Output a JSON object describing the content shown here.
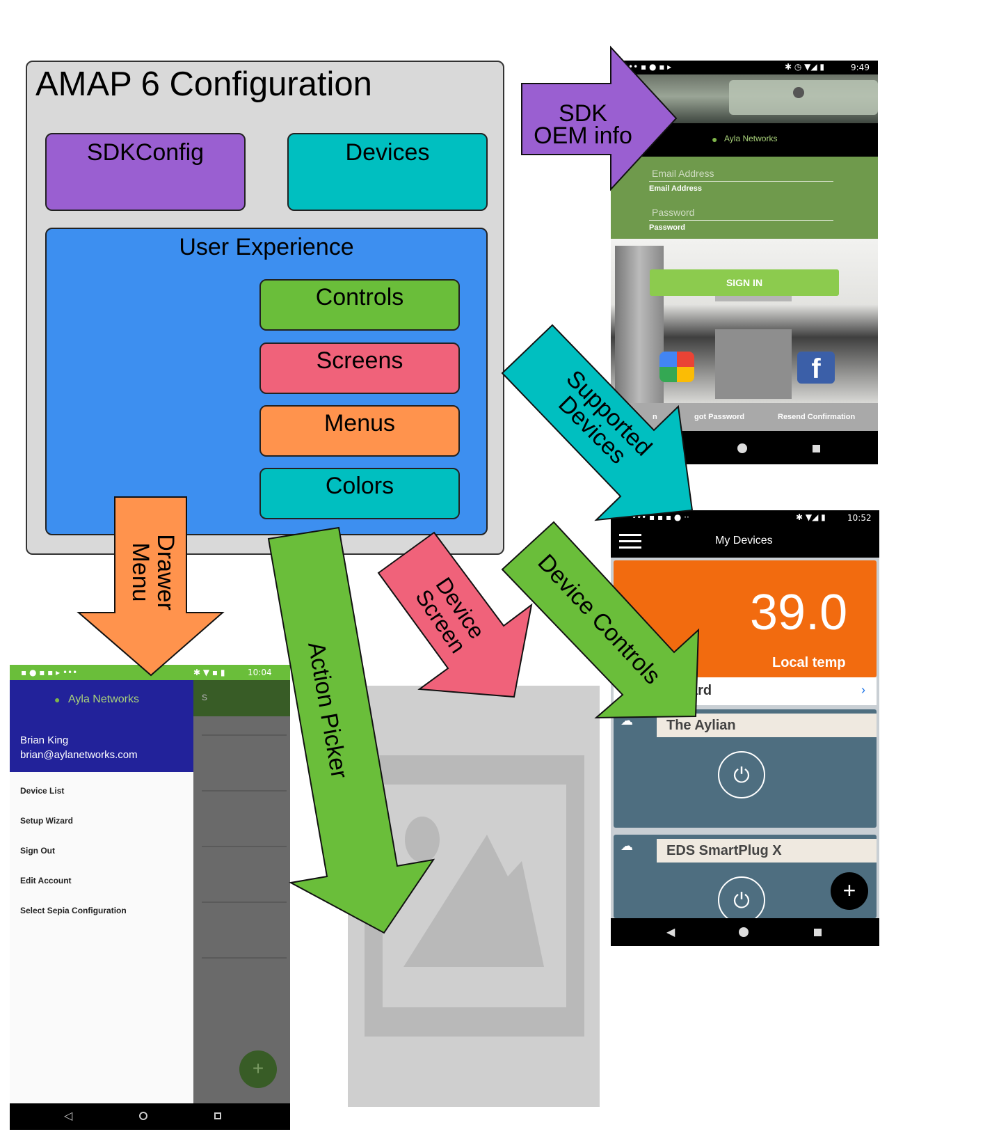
{
  "config": {
    "title": "AMAP 6 Configuration",
    "sdkconfig_label": "SDKConfig",
    "devices_label": "Devices",
    "ux_label": "User Experience",
    "controls_label": "Controls",
    "screens_label": "Screens",
    "menus_label": "Menus",
    "colors_label": "Colors"
  },
  "arrows": {
    "sdk_oem_line1": "SDK",
    "sdk_oem_line2": "OEM info",
    "supported_line1": "Supported",
    "supported_line2": "Devices",
    "drawer_line1": "Drawer",
    "drawer_line2": "Menu",
    "action_picker": "Action Picker",
    "device_screen_line1": "Device",
    "device_screen_line2": "Screen",
    "device_controls": "Device Controls"
  },
  "colors": {
    "sdk_purple": "#9a5fd1",
    "devices_teal": "#00bfc0",
    "ux_blue": "#3d8ff0",
    "controls_green": "#6abe3a",
    "screens_pink": "#f0627a",
    "menus_orange": "#ff934d",
    "config_gray": "#d9d9d9"
  },
  "login_phone": {
    "status_time": "9:49",
    "brand": "Ayla Networks",
    "email_placeholder": "Email Address",
    "email_label": "Email Address",
    "password_placeholder": "Password",
    "password_label": "Password",
    "sign_in": "SIGN IN",
    "forgot_password": "got Password",
    "resend_confirmation": "Resend Confirmation",
    "partial_left": "n"
  },
  "devices_phone": {
    "status_time": "10:52",
    "title": "My Devices",
    "temp_value": "39.0",
    "temp_label": "Local temp",
    "dashboard_partial": "ard",
    "device1_name": "The Aylian",
    "device2_name": "EDS SmartPlug X",
    "fab": "+"
  },
  "drawer_phone": {
    "status_time": "10:04",
    "brand": "Ayla Networks",
    "user_name": "Brian King",
    "user_email": "brian@aylanetworks.com",
    "menu_items": [
      "Device List",
      "Setup Wizard",
      "Sign Out",
      "Edit Account",
      "Select Sepia Configuration"
    ],
    "behind_partial": "s",
    "fab": "+"
  }
}
